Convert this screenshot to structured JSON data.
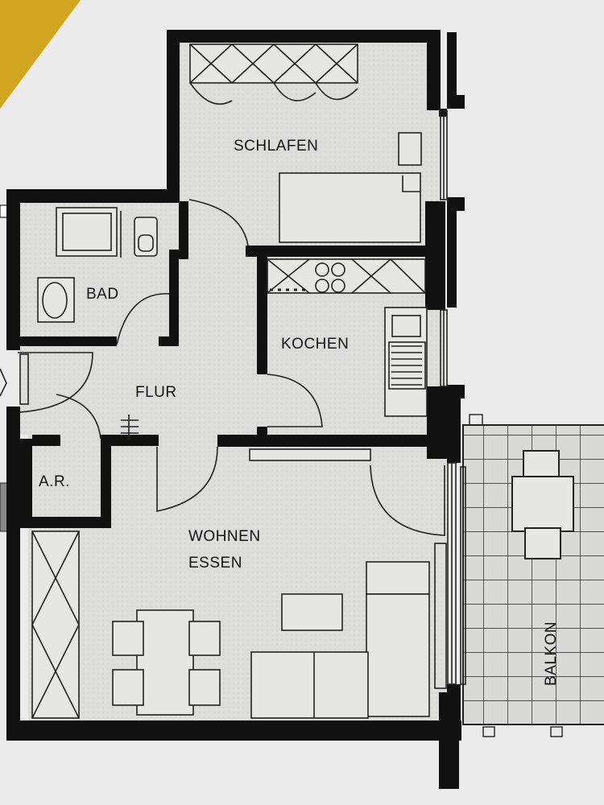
{
  "rooms": {
    "schlafen": "SCHLAFEN",
    "bad": "BAD",
    "kochen": "KOCHEN",
    "flur": "FLUR",
    "ar": "A.R.",
    "wohnen_line1": "WOHNEN",
    "wohnen_line2": "ESSEN",
    "balkon": "BALKON"
  },
  "colors": {
    "paper": "#e9e9ea",
    "floor": "#dcdcdb",
    "wall": "#111111",
    "corner_accent": "#d2a520",
    "balcony_tile": "#d6d6d5"
  }
}
